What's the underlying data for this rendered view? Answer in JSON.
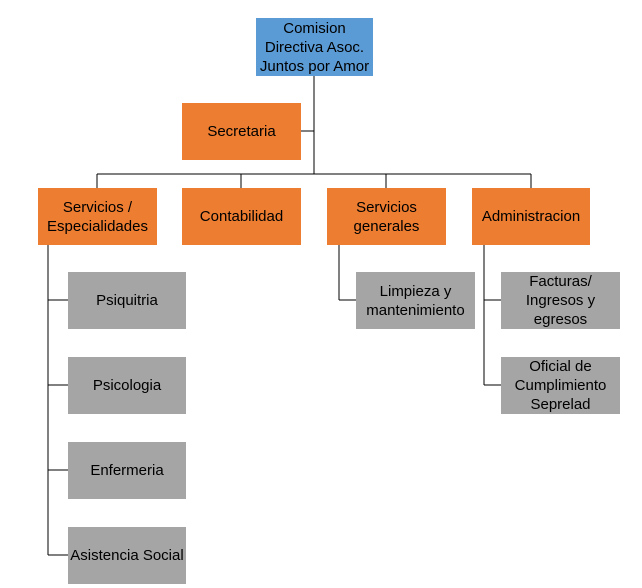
{
  "chart": {
    "root": {
      "label": "Comision\nDirectiva Asoc.\nJuntos por Amor",
      "color": "#5b9bd5"
    },
    "assistant": {
      "label": "Secretaria",
      "color": "#ed7d31"
    },
    "departments": [
      {
        "label": "Servicios /\nEspecialidades",
        "color": "#ed7d31",
        "children": [
          "Psiquitria",
          "Psicologia",
          "Enfermeria",
          "Asistencia Social"
        ]
      },
      {
        "label": "Contabilidad",
        "color": "#ed7d31",
        "children": []
      },
      {
        "label": "Servicios\ngenerales",
        "color": "#ed7d31",
        "children": [
          "Limpieza y\nmantenimiento"
        ]
      },
      {
        "label": "Administracion",
        "color": "#ed7d31",
        "children": [
          "Facturas/\nIngresos y\negresos",
          "Oficial de\nCumplimiento\nSeprelad"
        ]
      }
    ],
    "child_color": "#a5a5a5",
    "line_color": "#000000"
  }
}
